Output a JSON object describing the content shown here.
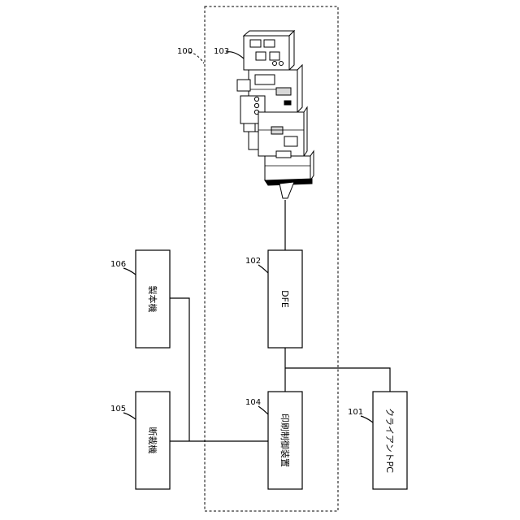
{
  "diagram": {
    "system": {
      "ref": "100"
    },
    "printer": {
      "ref": "103"
    },
    "dfe": {
      "ref": "102",
      "label": "DFE"
    },
    "print_controller": {
      "ref": "104",
      "label": "印刷制御装置"
    },
    "client_pc": {
      "ref": "101",
      "label": "クライアントPC"
    },
    "bookbinder": {
      "ref": "106",
      "label": "製本機"
    },
    "cutter": {
      "ref": "105",
      "label": "断裁機"
    }
  }
}
